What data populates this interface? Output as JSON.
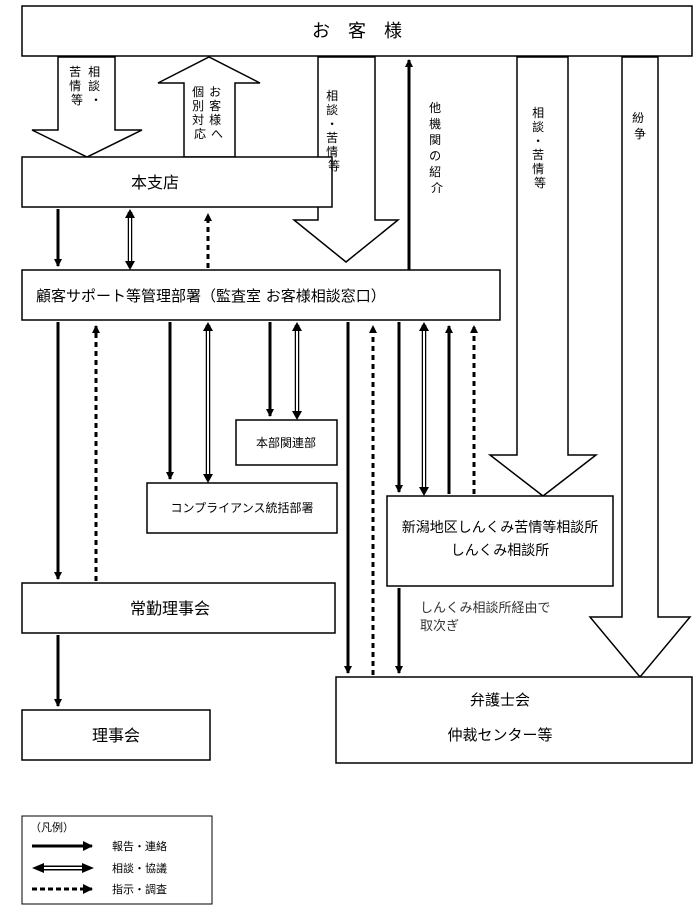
{
  "boxes": {
    "customer": "お　客　様",
    "branch": "本支店",
    "support_dept": "顧客サポート等管理部署（監査室 お客様相談窓口）",
    "hq_related": "本部関連部",
    "compliance": "コンプライアンス統括部署",
    "shinkumi_line1": "新潟地区しんくみ苦情等相談所",
    "shinkumi_line2": "しんくみ相談所",
    "standing_directors": "常勤理事会",
    "board": "理事会",
    "lawyers_line1": "弁護士会",
    "lawyers_line2": "仲裁センター等"
  },
  "flow_labels": {
    "consult_complaint_1": [
      "相",
      "談",
      "・",
      "苦",
      "情",
      "等"
    ],
    "individual_response": [
      "お",
      "客",
      "様",
      "へ",
      "個",
      "別",
      "対",
      "応"
    ],
    "consult_complaint_2": [
      "相",
      "談",
      "・",
      "苦",
      "情",
      "等"
    ],
    "other_agency": [
      "他",
      "機",
      "関",
      "の",
      "紹",
      "介"
    ],
    "consult_complaint_3": [
      "相",
      "談",
      "・",
      "苦",
      "情",
      "等"
    ],
    "dispute": [
      "紛",
      "争"
    ]
  },
  "notes": {
    "relay_line1": "しんくみ相談所経由で",
    "relay_line2": "取次ぎ"
  },
  "legend": {
    "title": "（凡例）",
    "report": "報告・連絡",
    "consult": "相談・協議",
    "instruct": "指示・調査"
  }
}
